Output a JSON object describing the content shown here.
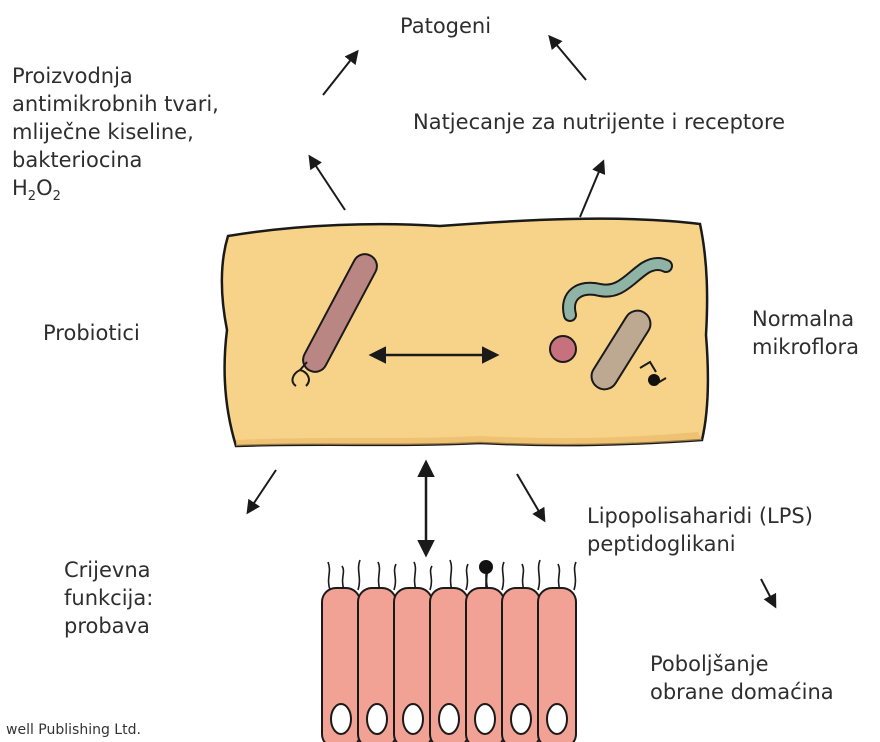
{
  "labels": {
    "pathogens": "Patogeni",
    "production_line1": "Proizvodnja",
    "production_line2": "antimikrobnih tvari,",
    "production_line3": "mliječne kiseline,",
    "production_line4": "bakteriocina",
    "h2o2_h1": "H",
    "h2o2_sub1": "2",
    "h2o2_o": "O",
    "h2o2_sub2": "2",
    "competition": "Natjecanje za nutrijente i receptore",
    "probiotics": "Probiotici",
    "normal_flora_line1": "Normalna",
    "normal_flora_line2": "mikroflora",
    "lps_line1": "Lipopolisaharidi (LPS)",
    "lps_line2": "peptidoglikani",
    "gut_line1": "Crijevna",
    "gut_line2": "funkcija:",
    "gut_line3": "probava",
    "host_line1": "Poboljšanje",
    "host_line2": "obrane domaćina",
    "credit": "well Publishing Ltd."
  },
  "colors": {
    "lumen_fill": "#f7d389",
    "lumen_stroke": "#1a1a1a",
    "probiotic_rod": "#b98683",
    "flora_rod": "#bda892",
    "flora_spiral": "#8fb3a5",
    "coccus": "#c8717e",
    "epithelium": "#f2a294",
    "nucleus": "#ffffff"
  }
}
